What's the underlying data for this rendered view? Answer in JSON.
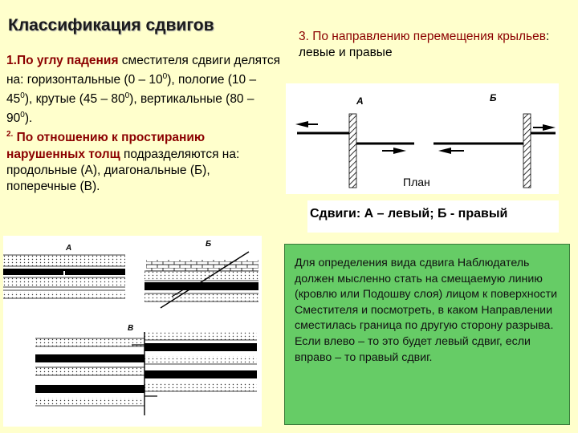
{
  "title": "Классификация сдвигов",
  "left": {
    "p1_num": "1.",
    "p1_head": "По углу падения",
    "p1_body": " сместителя сдвиги делятся на: горизонтальные (0 – 10",
    "p1_sup1": "0",
    "p1_b2": "), пологие (10 – 45",
    "p1_sup2": "0",
    "p1_b3": "), крутые (45 – 80",
    "p1_sup3": "0",
    "p1_b4": "), вертикальные (80 – 90",
    "p1_sup4": "0",
    "p1_b5": ").",
    "p2_num": "2.",
    "p2_head": " По отношению к простиранию нарушенных толщ",
    "p2_body": " подразделяются на: продольные (А), диагональные (Б), поперечные (В)."
  },
  "right": {
    "p3_num": "3",
    "p3_head": ". По направлению перемещения крыльев",
    "p3_body": ": левые и правые"
  },
  "plan_diagram": {
    "label_a": "А",
    "label_b": "Б",
    "plan_label": "План",
    "caption": "Сдвиги: А – левый; Б - правый"
  },
  "section_diagram": {
    "label_a": "А",
    "label_b": "Б",
    "label_v": "В"
  },
  "note": "Для определения вида сдвига Наблюдатель должен мысленно стать на смещаемую линию (кровлю или Подошву слоя) лицом к поверхности Сместителя и посмотреть, в каком Направлении сместилась граница по другую сторону разрыва. Если влево – то это будет левый сдвиг, если вправо – то правый сдвиг.",
  "colors": {
    "background": "#ffffcc",
    "accent_red": "#8b0000",
    "note_green": "#66cc66"
  }
}
